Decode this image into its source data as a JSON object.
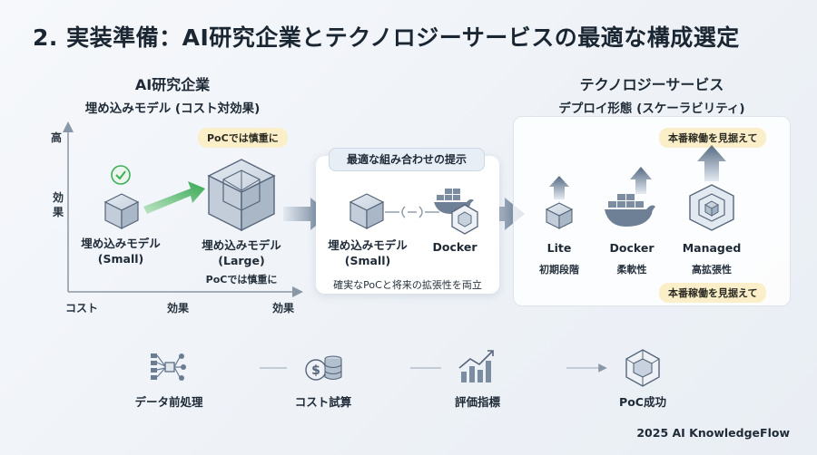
{
  "title": "2. 実装準備：AI研究企業とテクノロジーサービスの最適な構成選定",
  "left": {
    "heading1": "AI研究企業",
    "heading2": "埋め込みモデル (コスト対効果)",
    "axis_y_high": "高",
    "axis_y_label": "効\n果",
    "axis_x_left": "コスト",
    "axis_x_mid": "効果",
    "axis_x_right": "効果",
    "callout_top": "PoCでは慎重に",
    "small_model": "埋め込みモデル\n(Small)",
    "large_model": "埋め込みモデル\n(Large)",
    "large_note": "PoCでは慎重に"
  },
  "center": {
    "tag": "最適な組み合わせの提示",
    "model": "埋め込みモデル\n(Small)",
    "docker": "Docker",
    "caption": "確実なPoCと将来の拡張性を両立"
  },
  "right": {
    "heading1": "テクノロジーサービス",
    "heading2": "デプロイ形態 (スケーラビリティ)",
    "callout_top": "本番稼働を見据えて",
    "callout_bottom": "本番稼働を見据えて",
    "items": [
      {
        "label": "Lite",
        "sub": "初期段階"
      },
      {
        "label": "Docker",
        "sub": "柔軟性"
      },
      {
        "label": "Managed",
        "sub": "高拡張性"
      }
    ]
  },
  "flow": [
    {
      "label": "データ前処理"
    },
    {
      "label": "コスト試算"
    },
    {
      "label": "評価指標"
    },
    {
      "label": "PoC成功"
    }
  ],
  "footer": "2025 AI KnowledgeFlow",
  "colors": {
    "cube": "#b7c4d2",
    "green": "#3fae5a",
    "pill": "#fbefc9",
    "arrow": "#8a9bb0"
  }
}
